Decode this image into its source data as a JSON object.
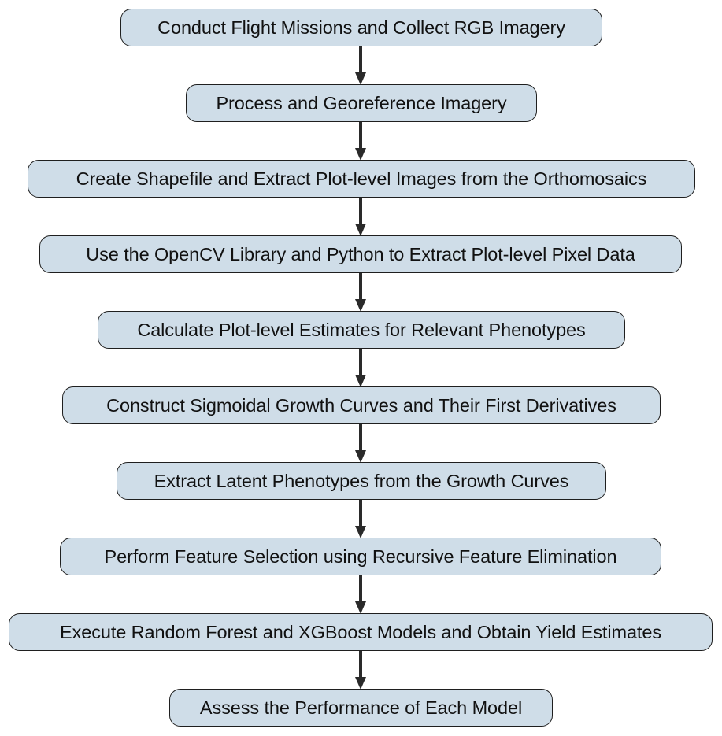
{
  "diagram": {
    "type": "flowchart",
    "direction": "top-to-bottom",
    "colors": {
      "node_fill": "#cfdde8",
      "node_border": "#1f1f1f",
      "arrow": "#2a2a2a",
      "text": "#111111",
      "background": "#ffffff"
    },
    "steps": [
      "Conduct Flight Missions and Collect RGB Imagery",
      "Process and Georeference Imagery",
      "Create Shapefile and Extract Plot-level Images from the Orthomosaics",
      "Use the OpenCV Library and Python to Extract Plot-level Pixel Data",
      "Calculate Plot-level Estimates for Relevant Phenotypes",
      "Construct Sigmoidal Growth Curves and Their First Derivatives",
      "Extract Latent Phenotypes from the Growth Curves",
      "Perform Feature Selection using Recursive Feature Elimination",
      "Execute Random Forest and XGBoost Models and Obtain Yield Estimates",
      "Assess the Performance of Each Model"
    ]
  }
}
